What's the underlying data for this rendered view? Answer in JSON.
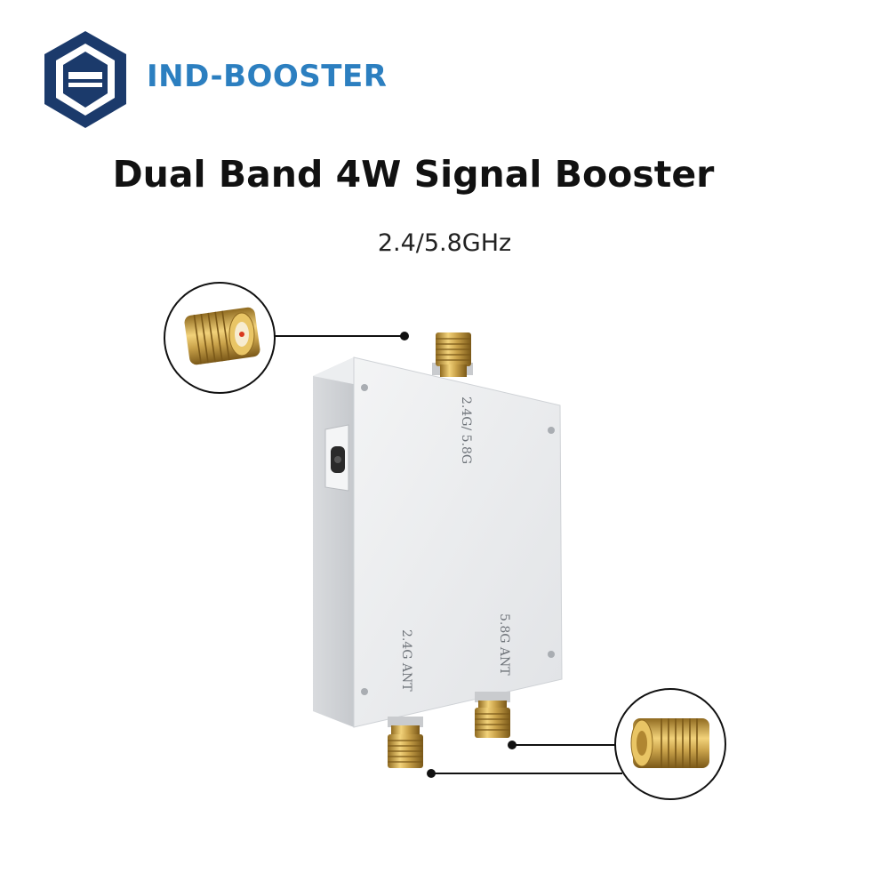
{
  "brand": {
    "name": "IND-BOOSTER",
    "logo_icon": "hexagon-logo-icon",
    "color": "#2c7fc0"
  },
  "headline": {
    "title": "Dual Band 4W Signal Booster",
    "subtitle": "2.4/5.8GHz"
  },
  "device": {
    "port_labels": {
      "top": "2.4G/ 5.8G",
      "bottom_left": "2.4G ANT",
      "bottom_right": "5.8G ANT"
    },
    "callouts": [
      {
        "name": "sma-female-connector-closeup",
        "icon": "sma-female-connector-icon"
      },
      {
        "name": "rp-sma-connector-closeup",
        "icon": "rp-sma-connector-icon"
      }
    ],
    "colors": {
      "body": "#e9eaec",
      "connector_gold": "#c9a24a",
      "logo_navy": "#1b3a6b"
    }
  }
}
